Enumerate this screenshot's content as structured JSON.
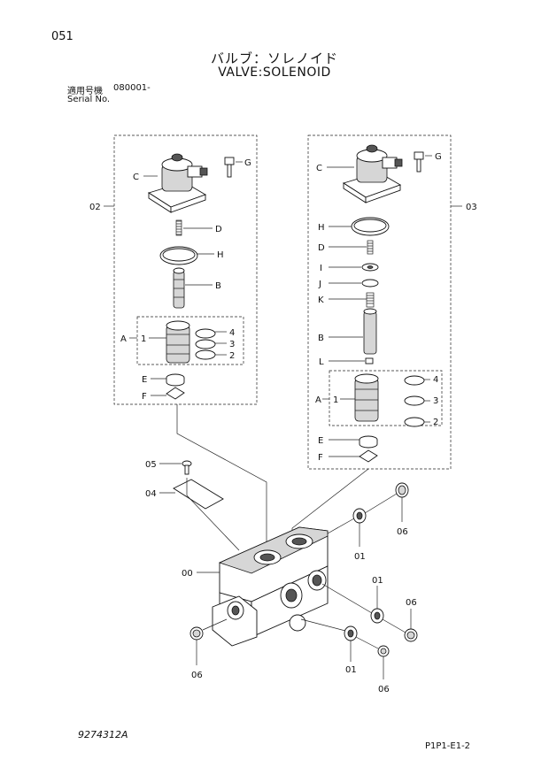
{
  "header": {
    "page_no": "051",
    "title_jp": "バルブ：ソレノイド",
    "title_en": "VALVE:SOLENOID",
    "serial_label_jp": "適用号機",
    "serial_value": "080001-",
    "serial_label_en": "Serial No."
  },
  "footer": {
    "drawing_no": "9274312A",
    "page_code": "P1P1-E1-2"
  },
  "callouts": {
    "left": {
      "group": "02",
      "C": "C",
      "G": "G",
      "D": "D",
      "H": "H",
      "B": "B",
      "A": "A",
      "one": "1",
      "four": "4",
      "three": "3",
      "two": "2",
      "E": "E",
      "F": "F"
    },
    "right": {
      "group": "03",
      "C": "C",
      "G": "G",
      "H": "H",
      "D": "D",
      "I": "I",
      "J": "J",
      "K": "K",
      "B": "B",
      "L": "L",
      "A": "A",
      "one": "1",
      "four": "4",
      "three": "3",
      "two": "2",
      "E": "E",
      "F": "F"
    },
    "body": {
      "p05": "05",
      "p04": "04",
      "p00": "00",
      "p06a": "06",
      "p01a": "01",
      "p01b": "01",
      "p06b": "06",
      "p06c": "06",
      "p01c": "01",
      "p06d": "06"
    }
  }
}
